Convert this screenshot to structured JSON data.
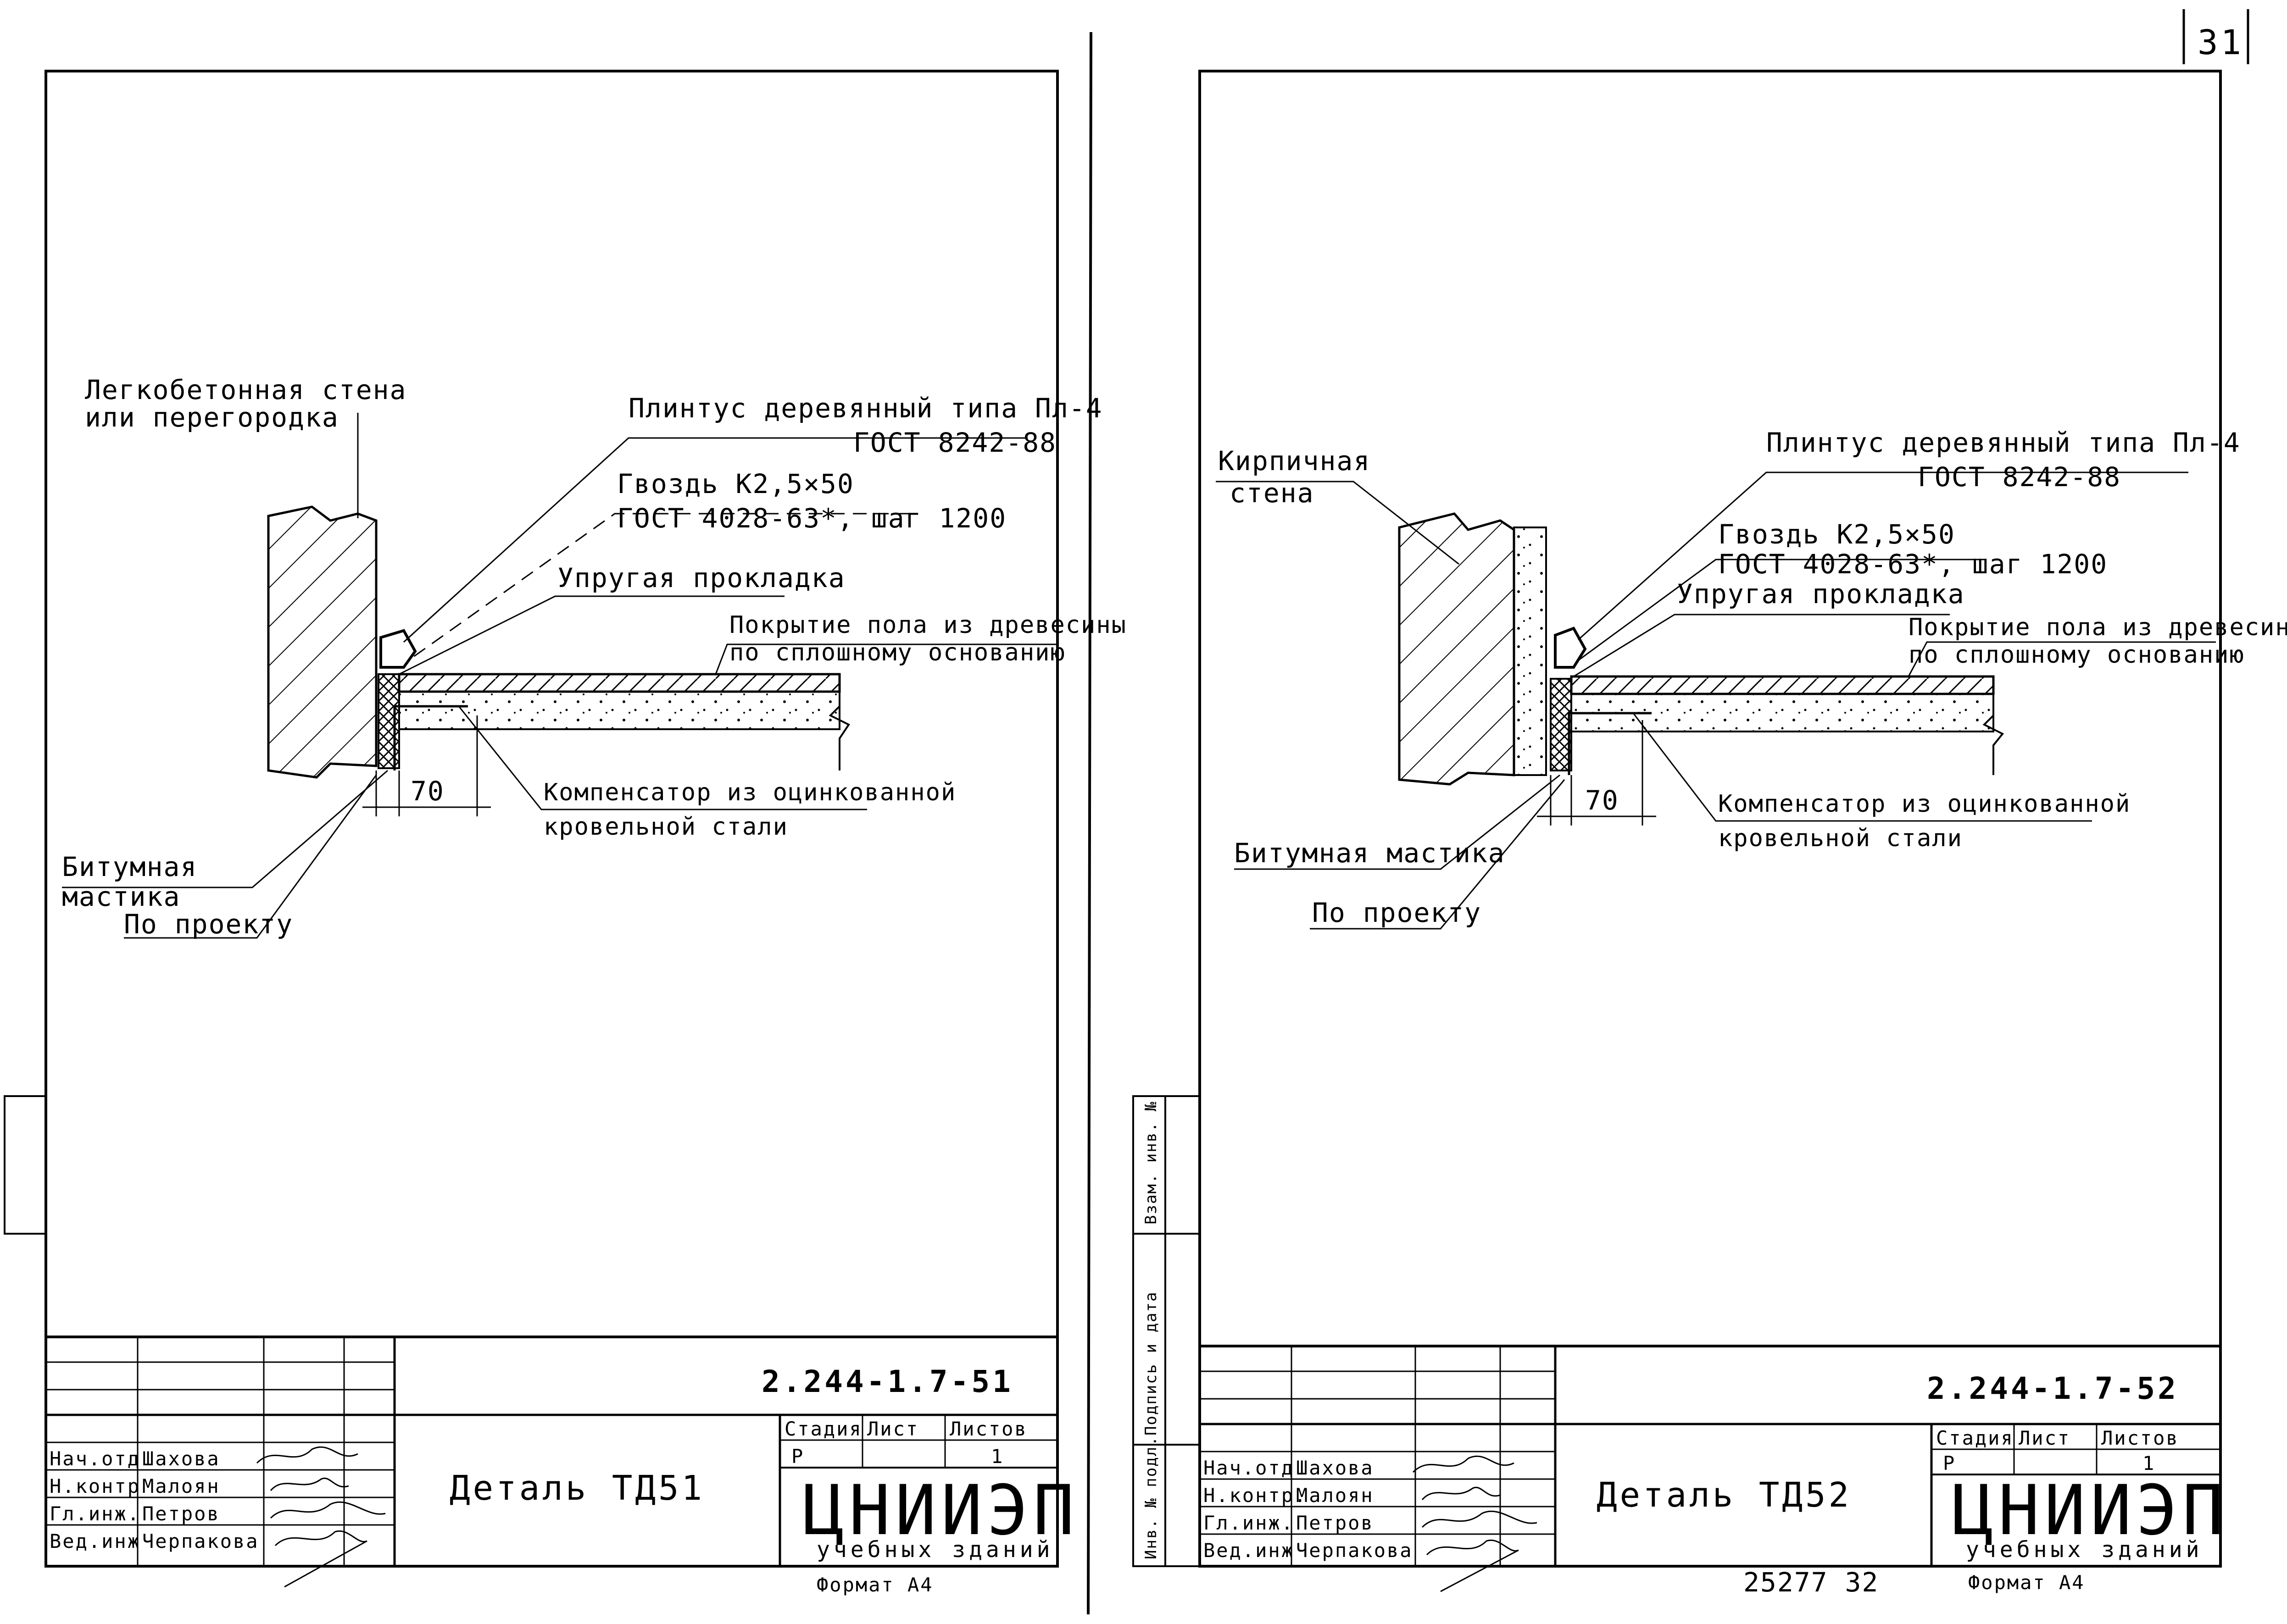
{
  "page_number": "31",
  "bottom_stamp": "25277  32",
  "left_sheet": {
    "labels": {
      "wall": "Легкобетонная стена",
      "wall2": "или перегородка",
      "plinth": "Плинтус деревянный типа Пл-4",
      "plinth_gost": "ГОСТ 8242-88",
      "nail": "Гвоздь К2,5×50",
      "nail_gost": "ГОСТ 4028-63*, шаг 1200",
      "gasket": "Упругая прокладка",
      "floor": "Покрытие пола из древесины",
      "floor2": "по сплошному основанию",
      "compensator": "Компенсатор из оцинкованной",
      "compensator2": "кровельной стали",
      "bitumen": "Битумная",
      "bitumen2": "мастика",
      "project": "По проекту",
      "dim": "70"
    },
    "title_block": {
      "doc_number": "2.244-1.7-51",
      "title": "Деталь ТД51",
      "stage_label": "Стадия",
      "sheet_label": "Лист",
      "sheets_label": "Листов",
      "stage": "Р",
      "sheets": "1",
      "org": "ЦНИИЭП",
      "org_sub": "учебных зданий",
      "roles": [
        "Нач.отд",
        "Н.контр",
        "Гл.инж.",
        "Вед.инж"
      ],
      "names": [
        "Шахова",
        "Малоян",
        "Петров",
        "Черпакова"
      ],
      "format": "Формат А4"
    }
  },
  "right_sheet": {
    "labels": {
      "wall": "Кирпичная",
      "wall2": "стена",
      "plinth": "Плинтус деревянный типа Пл-4",
      "plinth_gost": "ГОСТ 8242-88",
      "nail": "Гвоздь К2,5×50",
      "nail_gost": "ГОСТ 4028-63*, шаг 1200",
      "gasket": "Упругая прокладка",
      "floor": "Покрытие пола из древесины",
      "floor2": "по сплошному основанию",
      "compensator": "Компенсатор из оцинкованной",
      "compensator2": "кровельной стали",
      "bitumen": "Битумная мастика",
      "project": "По проекту",
      "dim": "70"
    },
    "side_stamp": [
      "Инв. № подл.",
      "Подпись и дата",
      "Взам. инв. №"
    ],
    "title_block": {
      "doc_number": "2.244-1.7-52",
      "title": "Деталь ТД52",
      "stage_label": "Стадия",
      "sheet_label": "Лист",
      "sheets_label": "Листов",
      "stage": "Р",
      "sheets": "1",
      "org": "ЦНИИЭП",
      "org_sub": "учебных зданий",
      "roles": [
        "Нач.отд",
        "Н.контр.",
        "Гл.инж.",
        "Вед.инж"
      ],
      "names": [
        "Шахова",
        "Малоян",
        "Петров",
        "Черпакова"
      ],
      "format": "Формат А4"
    }
  }
}
